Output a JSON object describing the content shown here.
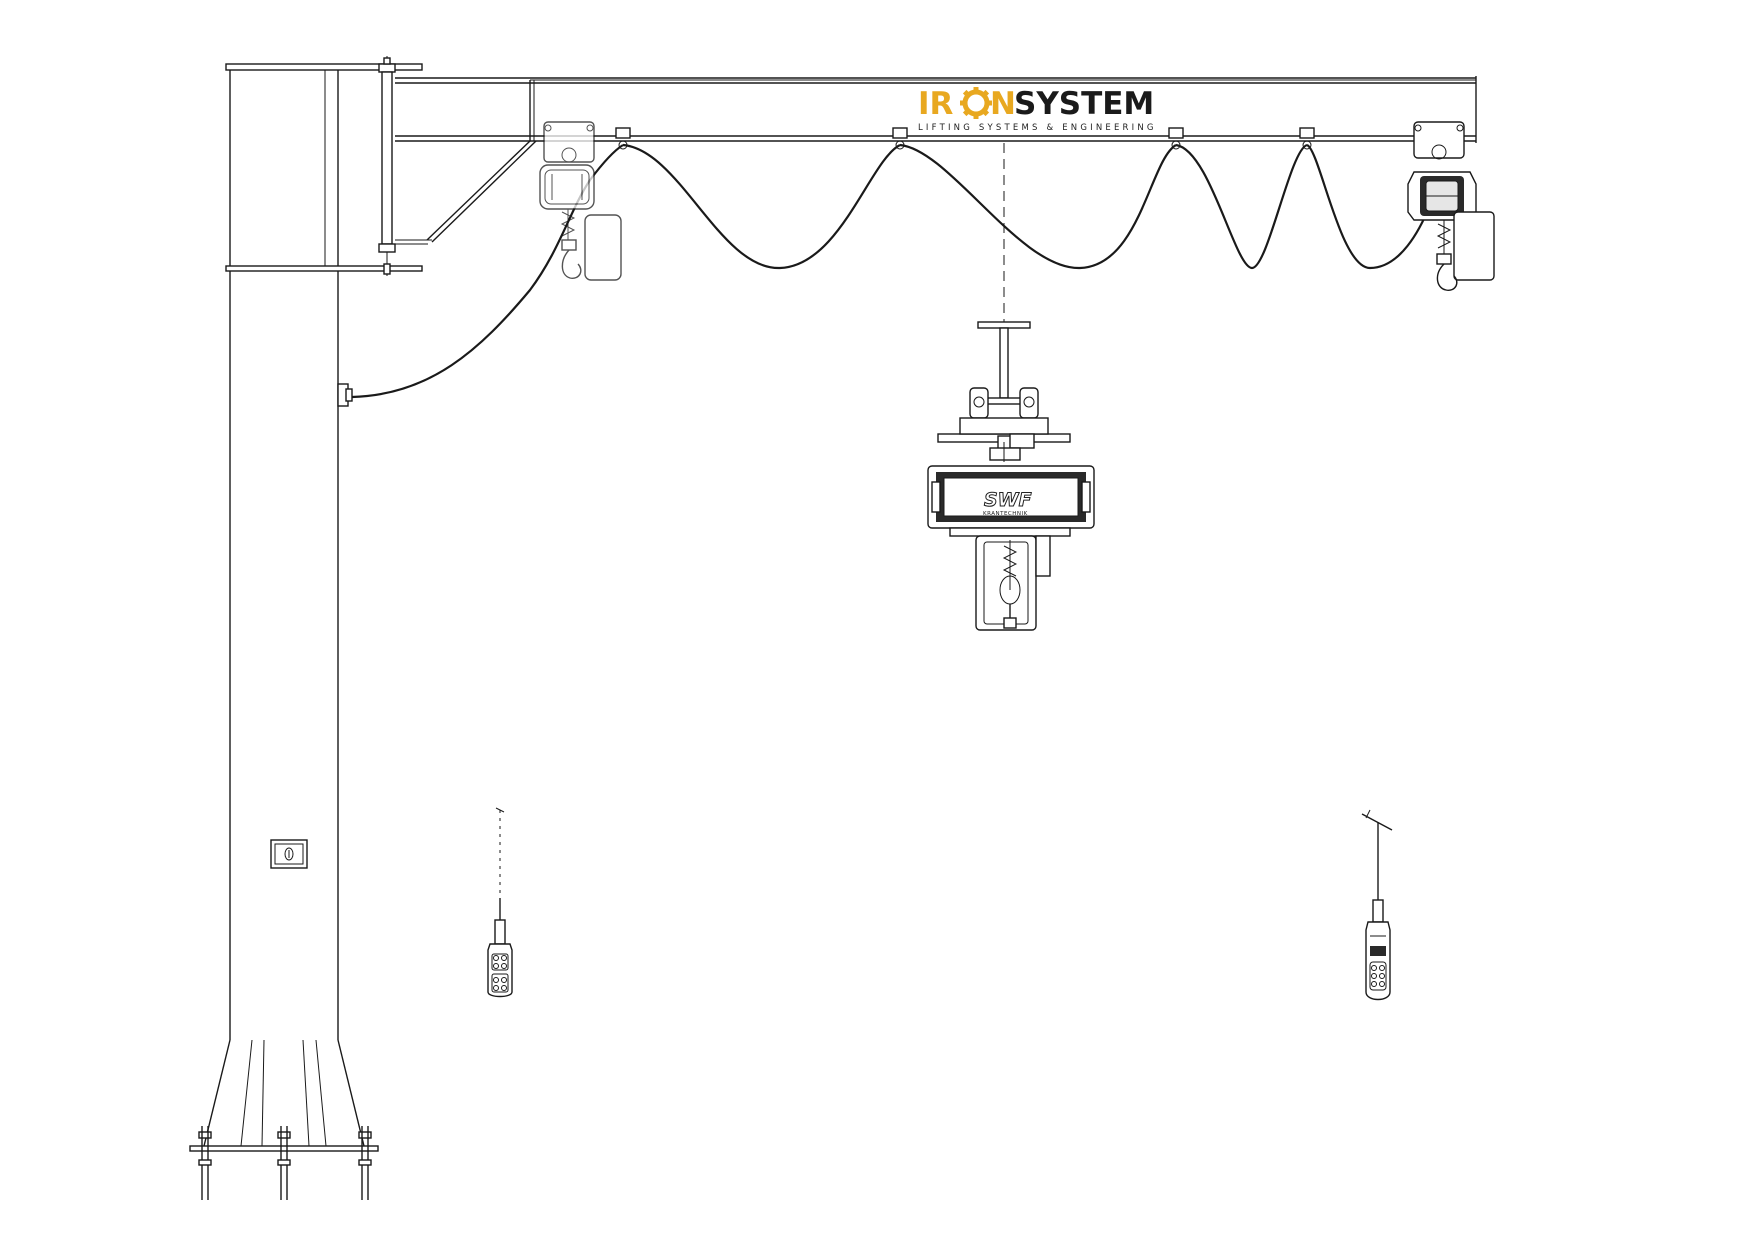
{
  "logo": {
    "part1": "IR",
    "part2": "N",
    "part3": "SYSTEM",
    "subtitle": "LIFTING SYSTEMS & ENGINEERING",
    "accent_color": "#e8a820",
    "dark_color": "#1a1a1a"
  },
  "hoist_brand": {
    "name": "SWF",
    "sub": "KRANTECHNIK"
  },
  "icons": {
    "gear": "gear-icon",
    "switch": "main-switch-icon",
    "pendant": "pendant-control-icon",
    "hook": "hook-icon"
  }
}
